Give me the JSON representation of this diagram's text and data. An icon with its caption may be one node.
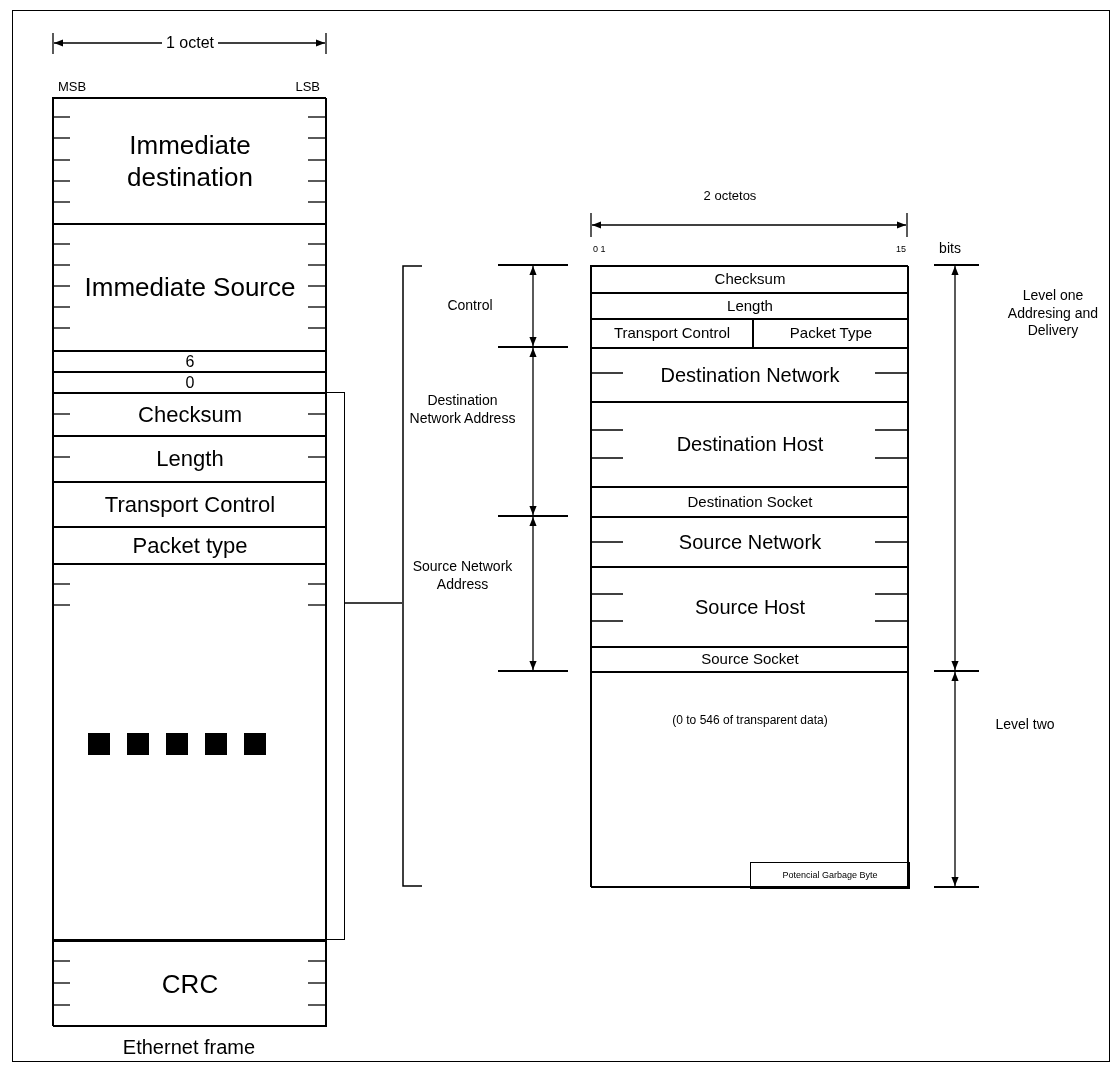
{
  "diagram": {
    "nodes": [
      {
        "text": [],
        "shape": "box",
        "beside": [
          "Ethernet frame"
        ]
      },
      {
        "text": [
          "Immediate destination"
        ],
        "in": 0
      },
      {
        "text": [
          "Immediate Source"
        ],
        "in": 0
      },
      {
        "text": [
          "6"
        ],
        "in": 0
      },
      {
        "text": [
          "0"
        ],
        "in": 0
      },
      {
        "text": [],
        "shape": "box"
      },
      {
        "text": [
          "Checksum"
        ],
        "in": 5
      },
      {
        "text": [
          "Length"
        ],
        "in": 5
      },
      {
        "text": [
          "Transport Control"
        ],
        "in": 5
      },
      {
        "text": [
          "Packet type"
        ],
        "in": 5
      },
      {
        "text": [],
        "shape": "box",
        "in": 5
      },
      {
        "text": [
          "CRC"
        ],
        "in": 0
      },
      {
        "text": [],
        "shape": "bracket"
      },
      {
        "text": [],
        "shape": "box"
      },
      {
        "text": [
          "Checksum"
        ],
        "in": 13
      },
      {
        "text": [
          "Length"
        ],
        "in": 13
      },
      {
        "text": [
          "Transport Control"
        ],
        "in": 13
      },
      {
        "text": [
          "Packet Type"
        ],
        "in": 13
      },
      {
        "text": [
          "Destination Network"
        ],
        "in": 13
      },
      {
        "text": [
          "Destination Host"
        ],
        "in": 13
      },
      {
        "text": [
          "Destination Socket"
        ],
        "in": 13
      },
      {
        "text": [
          "Source Network"
        ],
        "in": 13
      },
      {
        "text": [
          "Source Host"
        ],
        "in": 13
      },
      {
        "text": [
          "Source Socket"
        ],
        "in": 13
      },
      {
        "text": [
          "(0 to 546 of transparent data)"
        ],
        "in": 13
      },
      {
        "text": [
          "Potencial Garbage Byte"
        ],
        "in": 24
      }
    ],
    "edges": [
      {
        "from": 5,
        "to": 12,
        "arrow": "none"
      }
    ],
    "labels": [
      "1 octet",
      "MSB",
      "LSB",
      "2 octetos",
      "0 1",
      "15",
      "bits",
      "Control",
      "Destination Network Address",
      "Source Network Address",
      "Level one Addresing and Delivery",
      "Level two"
    ]
  }
}
